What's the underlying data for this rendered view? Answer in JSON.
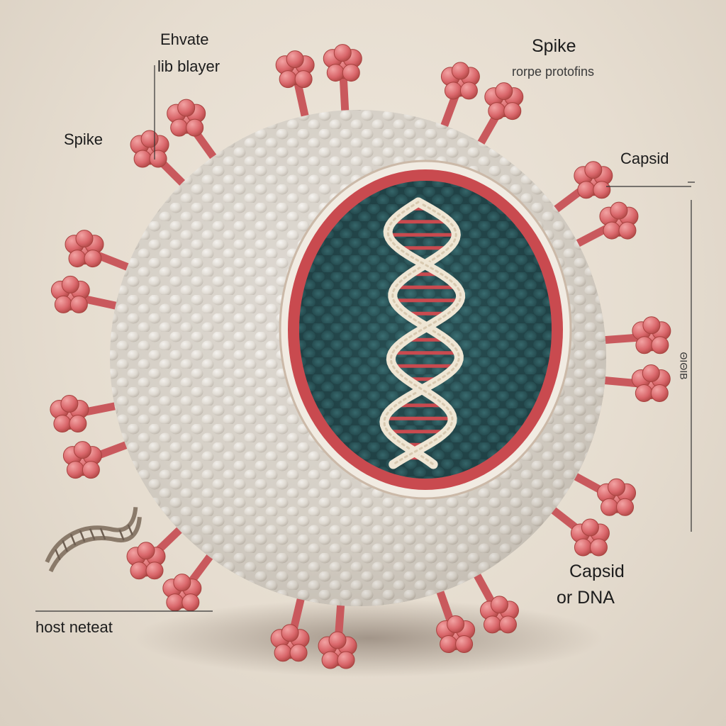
{
  "labels": {
    "envelope_line1": "Ehvate",
    "envelope_line2": "lib blayer",
    "spike_top": "Spike",
    "spike_top_sub": "rorpe protofins",
    "spike_left": "Spike",
    "capsid_right": "Capsid",
    "vertical_scale": "ΘΙΘΙΒ",
    "capsid_bottom_line1": "Capsid",
    "capsid_bottom_line2": "or DNA",
    "host": "host neteat"
  },
  "colors": {
    "background": "#e8dfd3",
    "envelope_shell": "#e7e2da",
    "spike": "#d9666a",
    "capsid_interior": "#2f5f64",
    "dna_backbone": "#efe6d4",
    "dna_rung": "#c94a4f",
    "rim": "#d84c50"
  },
  "icons": {
    "virus": "virus-particle-illustration",
    "dna": "dna-double-helix",
    "host_fragment": "host-dna-fragment"
  }
}
